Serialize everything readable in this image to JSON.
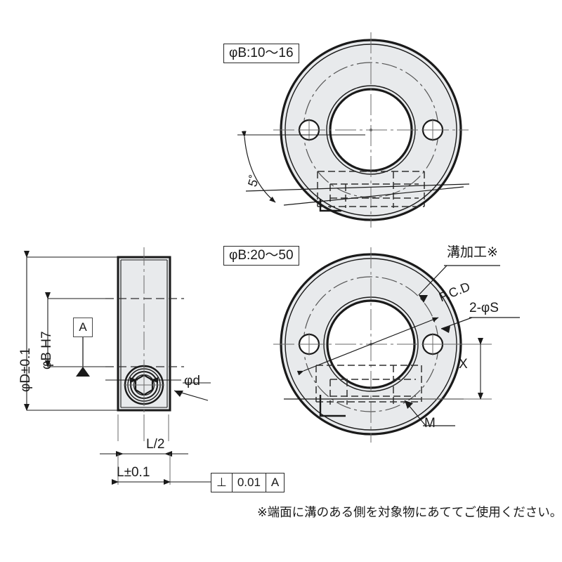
{
  "drawing": {
    "title": "Set collar technical drawing",
    "background": "#ffffff",
    "line_color": "#1a1a1a",
    "fill_color": "#e8eaec",
    "hidden_line_color": "#3a3a3a",
    "center_line_color": "#555555"
  },
  "view_labels": {
    "top_view_box": "φB:10～16",
    "bottom_view_box": "φB:20～50"
  },
  "side_view": {
    "outer_dia": "φD±0.1",
    "bore_dia": "φB H7",
    "screw_dia": "φd",
    "half_length": "L/2",
    "length": "L±0.1",
    "datum_label": "A"
  },
  "feature_control_frame": {
    "symbol": "⊥",
    "tolerance": "0.01",
    "datum": "A"
  },
  "top_view": {
    "angle": "5˚"
  },
  "bottom_view": {
    "groove_note": "溝加工※",
    "pcd": "P.C.D",
    "holes": "2-φS",
    "offset": "X",
    "thread": "M"
  },
  "footnote": "※端面に溝のある側を対象物にあててご使用ください。"
}
